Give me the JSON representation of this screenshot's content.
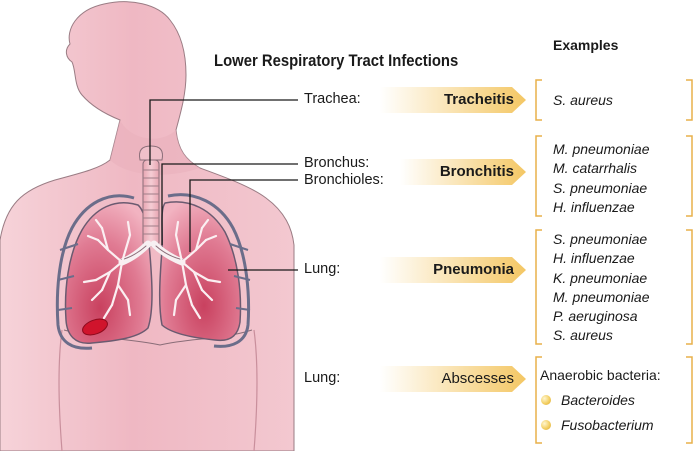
{
  "title": "Lower Respiratory Tract Infections",
  "examples_heading": "Examples",
  "rows": [
    {
      "sites": [
        "Trachea:"
      ],
      "infection": "Tracheitis",
      "infection_bold": true,
      "examples": [
        "S. aureus"
      ]
    },
    {
      "sites": [
        "Bronchus:",
        "Bronchioles:"
      ],
      "infection": "Bronchitis",
      "infection_bold": true,
      "examples": [
        "M. pneumoniae",
        "M. catarrhalis",
        "S. pneumoniae",
        "H. influenzae"
      ]
    },
    {
      "sites": [
        "Lung:"
      ],
      "infection": "Pneumonia",
      "infection_bold": true,
      "examples": [
        "S. pneumoniae",
        "H. influenzae",
        "K. pneumoniae",
        "M. pneumoniae",
        "P. aeruginosa",
        "S. aureus"
      ]
    },
    {
      "sites": [
        "Lung:"
      ],
      "infection": "Abscesses",
      "infection_bold": false,
      "examples_heading": "Anaerobic bacteria:",
      "examples": [
        "Bacteroides",
        "Fusobacterium"
      ]
    }
  ],
  "colors": {
    "body_fill": "#f2c3cb",
    "body_dark": "#e3a0ad",
    "lung_fill": "#d8607c",
    "lung_dark": "#b8385a",
    "arrow_start": "#ffffff",
    "arrow_end": "#f4c764",
    "bracket": "#e8b04a",
    "abscess": "#d0142c"
  }
}
